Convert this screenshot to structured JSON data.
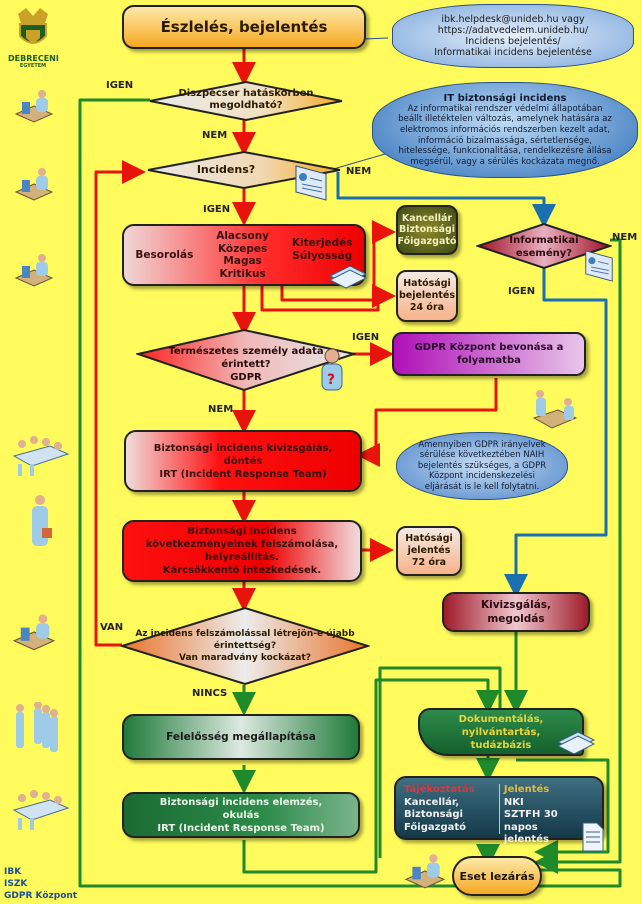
{
  "logo": {
    "line1": "DEBRECENI",
    "line2": "EGYETEM"
  },
  "legend": [
    "IBK",
    "ISZK",
    "GDPR Központ"
  ],
  "nodes": {
    "start": "Észlelés, bejelentés",
    "dispatcher": "Diszpécser hatáskörben\nmegoldható?",
    "incident": "Incidens?",
    "classification": {
      "label": "Besorolás",
      "levels": "Alacsony\nKözepes\nMagas\nKritikus",
      "scope": "Kiterjedés\nSúlyosság"
    },
    "chancellor": "Kancellár\nBiztonsági\nFőigazgató",
    "authority24": "Hatósági\nbejelentés\n24 óra",
    "it_event": "Informatikai\nesemény?",
    "gdpr_question": "Természetes személy adata\nérintett?\nGDPR",
    "gdpr_center": "GDPR Központ bevonása a\nfolyamatba",
    "investigation": "Biztonsági incidens kivizsgálás,\ndöntés\nIRT (Incident Response Team)",
    "remediation": "Biztonsági incidens\nkövetkezményeinek felszámolása,\nhelyreállítás.\nKárcsökkentő intézkedések.",
    "authority72": "Hatósági\njelentés\n72 óra",
    "residual": "Az incidens felszámolással létrejön-e újabb\nérintettség?\nVan maradvány kockázat?",
    "it_investigation": "Kivizsgálás,\nmegoldás",
    "responsibility": "Felelősség megállapítása",
    "analysis": "Biztonsági incidens elemzés,\nokulás\nIRT (Incident Response Team)",
    "documentation": "Dokumentálás, nyilvántartás,\ntudázbázis",
    "info": {
      "left_title": "Tájékoztatás",
      "left_body": "Kancellár,\nBiztonsági\nFőigazgató",
      "right_title": "Jelentés",
      "right_body": "NKI\nSZTFH 30 napos\njelentés"
    },
    "close": "Eset lezárás"
  },
  "edge_labels": {
    "igen1": "IGEN",
    "nem1": "NEM",
    "nem2": "NEM",
    "igen2": "IGEN",
    "nem3": "NEM",
    "igen3": "IGEN",
    "igen4": "IGEN",
    "nem4": "NEM",
    "van": "VAN",
    "nincs": "NINCS"
  },
  "clouds": {
    "contact": "ibk.helpdesk@unideb.hu vagy\nhttps://adatvedelem.unideb.hu/\nIncidens bejelentés/\nInformatikai incidens bejelentése",
    "definition_title": "IT biztonsági incidens",
    "definition": "Az informatikai rendszer védelmi állapotában\nbeállt illetéktelen változás, amelynek hatására az\nelektromos információs rendszerben kezelt adat,\ninformáció bizalmassága, sértetlensége,\nhitelessége, funkcionalitása, rendelkezésre állása\nmegsérül, vagy a sérülés kockázata megnő.",
    "gdpr_note": "Amennyiben GDPR irányelvek\nsérülése következtében NAIH\nbejelentés szükséges, a GDPR\nKözpont incidenskezelési\neljárását is le kell folytatni."
  },
  "colors": {
    "background": "#fffb5c",
    "red_flow": "#e8140c",
    "green_flow": "#1f8a2a",
    "blue_flow": "#1a6fb0"
  }
}
